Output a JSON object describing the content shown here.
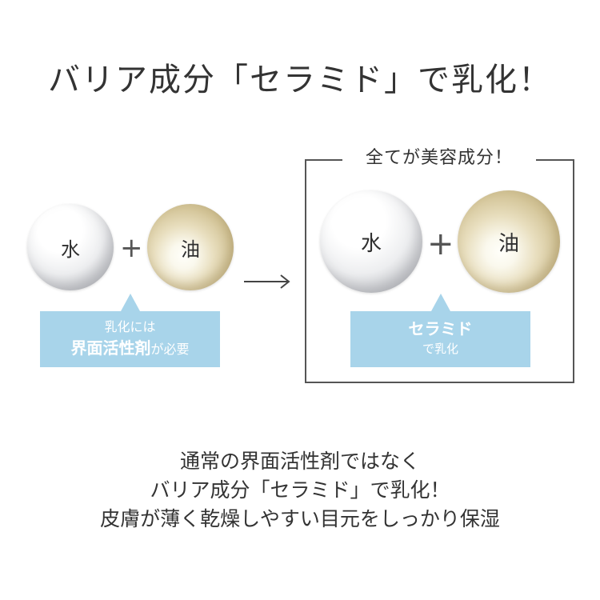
{
  "title": "バリア成分「セラミド」で乳化！",
  "left": {
    "water_label": "水",
    "plus": "+",
    "oil_label": "油",
    "callout_line1": "乳化には",
    "callout_strong": "界面活性剤",
    "callout_small": "が必要"
  },
  "arrow_icon": "long-arrow-right",
  "right": {
    "frame_label": "全てが美容成分！",
    "water_label": "水",
    "plus": "+",
    "oil_label": "油",
    "callout_line1": "セラミド",
    "callout_line2": "で乳化"
  },
  "bottom": {
    "line1": "通常の界面活性剤ではなく",
    "line2": "バリア成分「セラミド」で乳化！",
    "line3": "皮膚が薄く乾燥しやすい目元をしっかり保湿"
  },
  "colors": {
    "callout_bg": "#a8d4ea",
    "text": "#333333",
    "frame": "#555555"
  }
}
